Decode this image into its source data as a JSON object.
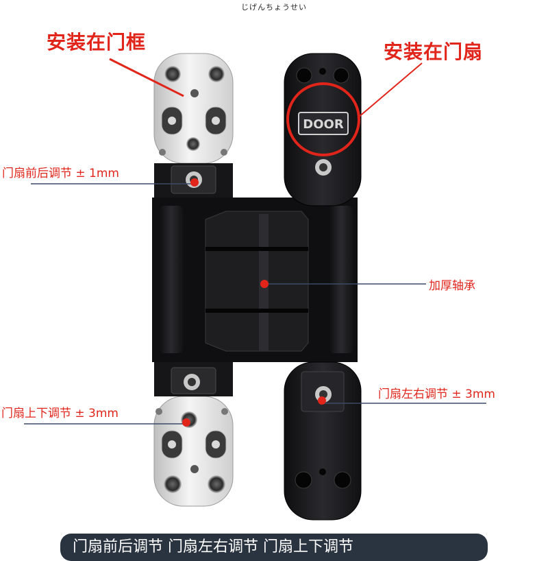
{
  "header": {
    "caption": "じげんちょうせい"
  },
  "labels": {
    "frame_mount": "安装在门框",
    "door_mount": "安装在门扇",
    "front_back": "门扇前后调节 ± 1mm",
    "bearing": "加厚轴承",
    "left_right": "门扇左右调节 ± 3mm",
    "up_down": "门扇上下调节 ± 3mm"
  },
  "hinge": {
    "door_badge": "DOOR"
  },
  "footer": {
    "banner_text": "门扇前后调节 门扇左右调节 门扇上下调节"
  },
  "colors": {
    "accent_red": "#e1251b",
    "hinge_black": "#1b1b1d",
    "steel": "#dcdcdc",
    "banner_bg": "#2a3340",
    "rule": "#3a4a66"
  }
}
